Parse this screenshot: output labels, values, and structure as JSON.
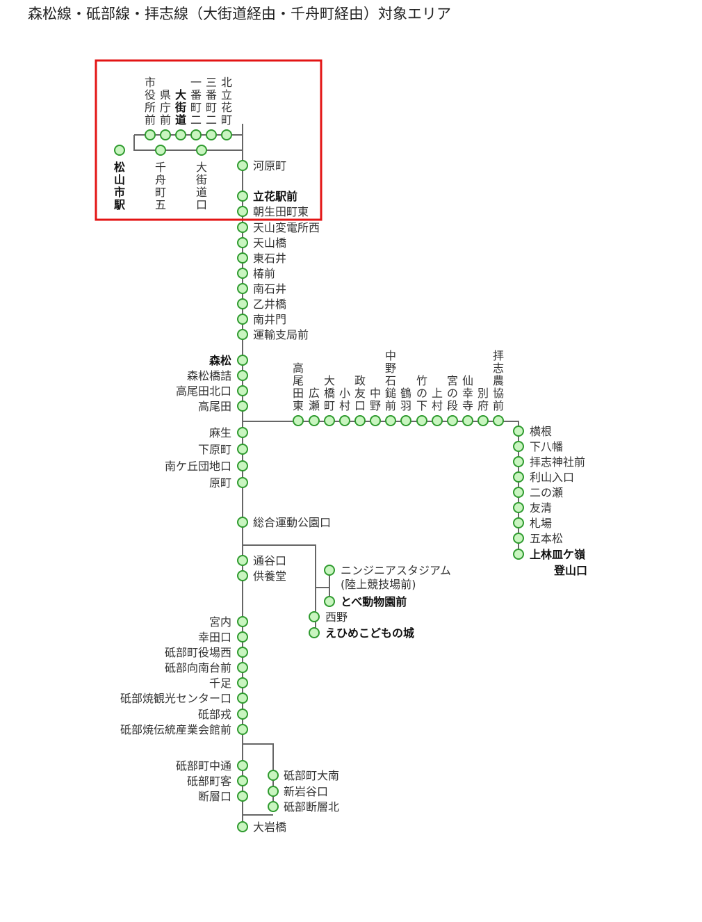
{
  "title": "森松線・砥部線・拝志線（大街道経由・千舟町経由）対象エリア",
  "colors": {
    "stop_fill": "#c9f5c0",
    "stop_stroke": "#2e9a2e",
    "line": "#666666",
    "highlight": "#e31414"
  },
  "stations": [
    {
      "id": "kitatachibana",
      "name": "北立花町"
    },
    {
      "id": "sanbancho2",
      "name": "三番町二"
    },
    {
      "id": "ichibancho2",
      "name": "一番町二"
    },
    {
      "id": "okaido",
      "name": "大街道",
      "bold": true
    },
    {
      "id": "kenchomae",
      "name": "県庁前"
    },
    {
      "id": "shiyakusho",
      "name": "市役所前"
    },
    {
      "id": "matsuyamashi",
      "name": "松山市駅",
      "bold": true
    },
    {
      "id": "chifunecho5",
      "name": "千舟町五"
    },
    {
      "id": "okaidoguchi",
      "name": "大街道口"
    },
    {
      "id": "kawaramachi",
      "name": "河原町"
    },
    {
      "id": "tachibanaeki",
      "name": "立花駅前",
      "bold": true
    },
    {
      "id": "asoudahigashi",
      "name": "朝生田町東"
    },
    {
      "id": "tenzanhen",
      "name": "天山変電所西"
    },
    {
      "id": "tenzanbashi",
      "name": "天山橋"
    },
    {
      "id": "higashiishii",
      "name": "東石井"
    },
    {
      "id": "tsubakimae",
      "name": "椿前"
    },
    {
      "id": "minamiishii",
      "name": "南石井"
    },
    {
      "id": "otoibashi",
      "name": "乙井橋"
    },
    {
      "id": "minamiimon",
      "name": "南井門"
    },
    {
      "id": "unyushikyoku",
      "name": "運輸支局前"
    },
    {
      "id": "morimatsu",
      "name": "森松",
      "bold": true
    },
    {
      "id": "morimatsubashi",
      "name": "森松橋詰"
    },
    {
      "id": "takaodakita",
      "name": "高尾田北口"
    },
    {
      "id": "takaoda",
      "name": "高尾田"
    },
    {
      "id": "asou",
      "name": "麻生"
    },
    {
      "id": "shimoharamachi",
      "name": "下原町"
    },
    {
      "id": "minamigaoka",
      "name": "南ケ丘団地口"
    },
    {
      "id": "haramachi",
      "name": "原町"
    },
    {
      "id": "sogoundo",
      "name": "総合運動公園口"
    },
    {
      "id": "toridani",
      "name": "通谷口"
    },
    {
      "id": "kuyodo",
      "name": "供養堂"
    },
    {
      "id": "miyauchi",
      "name": "宮内"
    },
    {
      "id": "koudaguchi",
      "name": "幸田口"
    },
    {
      "id": "tobeyakuba",
      "name": "砥部町役場西"
    },
    {
      "id": "tobemukai",
      "name": "砥部向南台前"
    },
    {
      "id": "senzoku",
      "name": "千足"
    },
    {
      "id": "tobeyakikanko",
      "name": "砥部焼観光センター口"
    },
    {
      "id": "tobehoko",
      "name": "砥部戎"
    },
    {
      "id": "tobedento",
      "name": "砥部焼伝統産業会館前"
    },
    {
      "id": "tobenakadori",
      "name": "砥部町中通"
    },
    {
      "id": "tobekyaku",
      "name": "砥部町客"
    },
    {
      "id": "dansoguchi",
      "name": "断層口"
    },
    {
      "id": "tobeonan",
      "name": "砥部町大南"
    },
    {
      "id": "shiniwaya",
      "name": "新岩谷口"
    },
    {
      "id": "tobedanso",
      "name": "砥部断層北"
    },
    {
      "id": "oiwabashi",
      "name": "大岩橋"
    },
    {
      "id": "ningineer",
      "name": "ニンジニアスタジアム"
    },
    {
      "id": "ningineer_note",
      "name": "(陸上競技場前)"
    },
    {
      "id": "tobedobutsuen",
      "name": "とべ動物園前",
      "bold": true
    },
    {
      "id": "nishino",
      "name": "西野"
    },
    {
      "id": "ehimekodomo",
      "name": "えひめこどもの城",
      "bold": true
    },
    {
      "id": "takaodahigashi",
      "name": "高尾田東"
    },
    {
      "id": "hirose",
      "name": "広瀬"
    },
    {
      "id": "ohashicho",
      "name": "大橋町"
    },
    {
      "id": "komura",
      "name": "小村"
    },
    {
      "id": "seiyuguchi",
      "name": "政友口"
    },
    {
      "id": "nakano",
      "name": "中野"
    },
    {
      "id": "nakanoishizuchi",
      "name": "中野石鎚前"
    },
    {
      "id": "tsuruba",
      "name": "鶴羽"
    },
    {
      "id": "takenoshita",
      "name": "竹の下"
    },
    {
      "id": "kamimura",
      "name": "上村"
    },
    {
      "id": "miyanodan",
      "name": "宮の段"
    },
    {
      "id": "senkoji",
      "name": "仙幸寺"
    },
    {
      "id": "beppu",
      "name": "別府"
    },
    {
      "id": "haishinokyo",
      "name": "拝志農協前"
    },
    {
      "id": "yokone",
      "name": "横根"
    },
    {
      "id": "shimoyahata",
      "name": "下八幡"
    },
    {
      "id": "haishijinja",
      "name": "拝志神社前"
    },
    {
      "id": "toyamairiguchi",
      "name": "利山入口"
    },
    {
      "id": "ninose",
      "name": "二の瀬"
    },
    {
      "id": "yuse",
      "name": "友清"
    },
    {
      "id": "fudaba",
      "name": "札場"
    },
    {
      "id": "gohonmatsu",
      "name": "五本松"
    },
    {
      "id": "kamibayashi",
      "name": "上林皿ケ嶺",
      "bold": true
    },
    {
      "id": "tozanguchi",
      "name": "登山口",
      "bold": true
    }
  ]
}
